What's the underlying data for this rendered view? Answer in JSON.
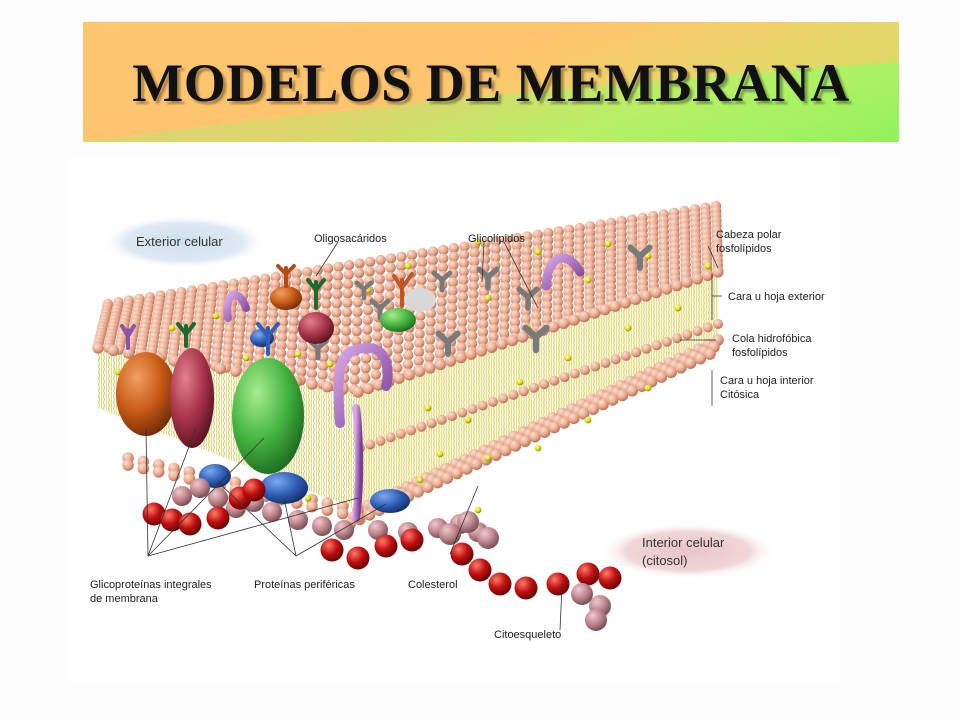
{
  "title": "MODELOS DE MEMBRANA",
  "labels": {
    "exterior": "Exterior celular",
    "interior_line1": "Interior celular",
    "interior_line2": "(citosol)",
    "oligosacaridos": "Oligosacáridos",
    "glicolipidos": "Glicolípidos",
    "cabeza_line1": "Cabeza polar",
    "cabeza_line2": "fosfolípidos",
    "cara_exterior": "Cara u hoja exterior",
    "cola_line1": "Cola hidrofóbica",
    "cola_line2": "fosfolípidos",
    "cara_interior_line1": "Cara u hoja interior",
    "cara_interior_line2": "Citósica",
    "glicoproteinas_line1": "Glicoproteínas integrales",
    "glicoproteinas_line2": "de membrana",
    "proteinas_perifericas": "Proteínas periféricas",
    "colesterol": "Colesterol",
    "citoesqueleto": "Citoesqueleto"
  },
  "colors": {
    "phospholipid_head": "#e9a98e",
    "tail": "#c9c23a",
    "cholesterol": "#dede1e",
    "protein_green": "#45b540",
    "protein_orange": "#c85a16",
    "protein_maroon": "#a8344a",
    "peripheral_blue": "#2f5fb8",
    "glycolipid_gray": "#7a7a7a",
    "channel_purple": "#a870c0",
    "cytoskeleton_red": "#c01010",
    "cytoskeleton_pink": "#c08890"
  }
}
